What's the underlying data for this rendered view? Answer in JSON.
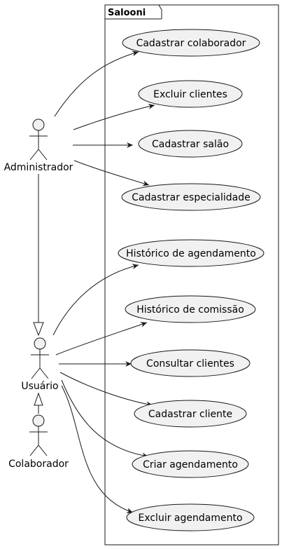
{
  "diagram": {
    "package": {
      "name": "Salooni"
    },
    "actors": [
      {
        "id": "administrador",
        "name": "Administrador"
      },
      {
        "id": "usuario",
        "name": "Usuário"
      },
      {
        "id": "colaborador",
        "name": "Colaborador"
      }
    ],
    "use_cases": [
      {
        "id": "uc1",
        "label": "Cadastrar colaborador"
      },
      {
        "id": "uc2",
        "label": "Excluir clientes"
      },
      {
        "id": "uc3",
        "label": "Cadastrar salão"
      },
      {
        "id": "uc4",
        "label": "Cadastrar especialidade"
      },
      {
        "id": "uc5",
        "label": "Histórico de agendamento"
      },
      {
        "id": "uc6",
        "label": "Histórico de comissão"
      },
      {
        "id": "uc7",
        "label": "Consultar clientes"
      },
      {
        "id": "uc8",
        "label": "Cadastrar cliente"
      },
      {
        "id": "uc9",
        "label": "Criar agendamento"
      },
      {
        "id": "uc10",
        "label": "Excluir agendamento"
      }
    ],
    "associations": [
      {
        "from": "administrador",
        "to": "uc1"
      },
      {
        "from": "administrador",
        "to": "uc2"
      },
      {
        "from": "administrador",
        "to": "uc3"
      },
      {
        "from": "administrador",
        "to": "uc4"
      },
      {
        "from": "usuario",
        "to": "uc5"
      },
      {
        "from": "usuario",
        "to": "uc6"
      },
      {
        "from": "usuario",
        "to": "uc7"
      },
      {
        "from": "usuario",
        "to": "uc8"
      },
      {
        "from": "usuario",
        "to": "uc9"
      },
      {
        "from": "usuario",
        "to": "uc10"
      }
    ],
    "generalizations": [
      {
        "child": "administrador",
        "parent": "usuario"
      },
      {
        "child": "colaborador",
        "parent": "usuario"
      }
    ],
    "colors": {
      "use_case_fill": "#f1f1f1",
      "line": "#181818",
      "background": "#ffffff"
    }
  }
}
